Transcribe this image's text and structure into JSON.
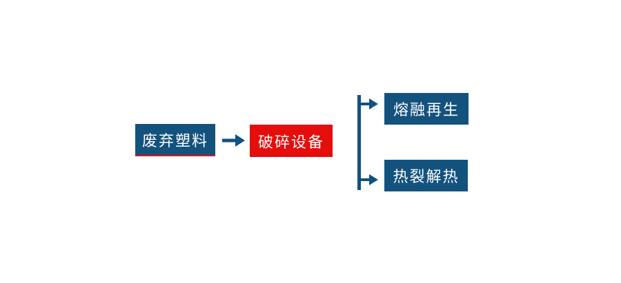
{
  "colors": {
    "box_blue": "#14527e",
    "box_red": "#e60d0d",
    "accent_red": "#e60d0d",
    "connector_blue": "#11517e",
    "text_white": "#ffffff",
    "background": "#ffffff"
  },
  "diagram": {
    "type": "flowchart",
    "direction": "left-to-right",
    "nodes": [
      {
        "id": "waste-plastic",
        "label": "废弃塑料",
        "shape": "rect",
        "fill": "blue",
        "underline": "red"
      },
      {
        "id": "crushing-equipment",
        "label": "破碎设备",
        "shape": "rect",
        "fill": "red"
      },
      {
        "id": "melt-regeneration",
        "label": "熔融再生",
        "shape": "rect",
        "fill": "blue"
      },
      {
        "id": "pyrolysis",
        "label": "热裂解热",
        "shape": "rect",
        "fill": "blue"
      }
    ],
    "edges": [
      {
        "from": "waste-plastic",
        "to": "crushing-equipment",
        "style": "arrow-right"
      },
      {
        "from": "crushing-equipment",
        "to": "melt-regeneration",
        "style": "branch-arrow-right"
      },
      {
        "from": "crushing-equipment",
        "to": "pyrolysis",
        "style": "branch-arrow-right"
      }
    ]
  }
}
